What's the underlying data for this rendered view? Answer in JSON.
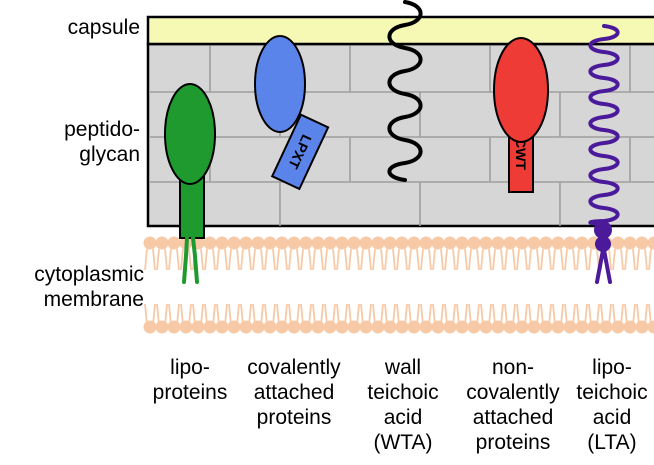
{
  "layers": {
    "capsule": "capsule",
    "peptidoglycan": "peptido-\nglycan",
    "membrane": "cytoplasmic\nmembrane"
  },
  "tags": {
    "lpxt": "LPXT",
    "cwt": "CWT"
  },
  "components": [
    {
      "label": "lipo-\nproteins"
    },
    {
      "label": "covalently\nattached\nproteins"
    },
    {
      "label": "wall\nteichoic\nacid\n(WTA)"
    },
    {
      "label": "non-\ncovalently\nattached\nproteins"
    },
    {
      "label": "lipo-\nteichoic\nacid\n(LTA)"
    }
  ],
  "colors": {
    "capsule": "#f6f9b4",
    "peptidoglycan": "#d6d6d6",
    "lipid": "#f7c9a6",
    "lipoprotein": "#1e9a2e",
    "covalent_protein": "#5b84ea",
    "noncovalent_protein": "#ee3b35",
    "lta": "#4a1a9a",
    "wta": "#000000"
  }
}
